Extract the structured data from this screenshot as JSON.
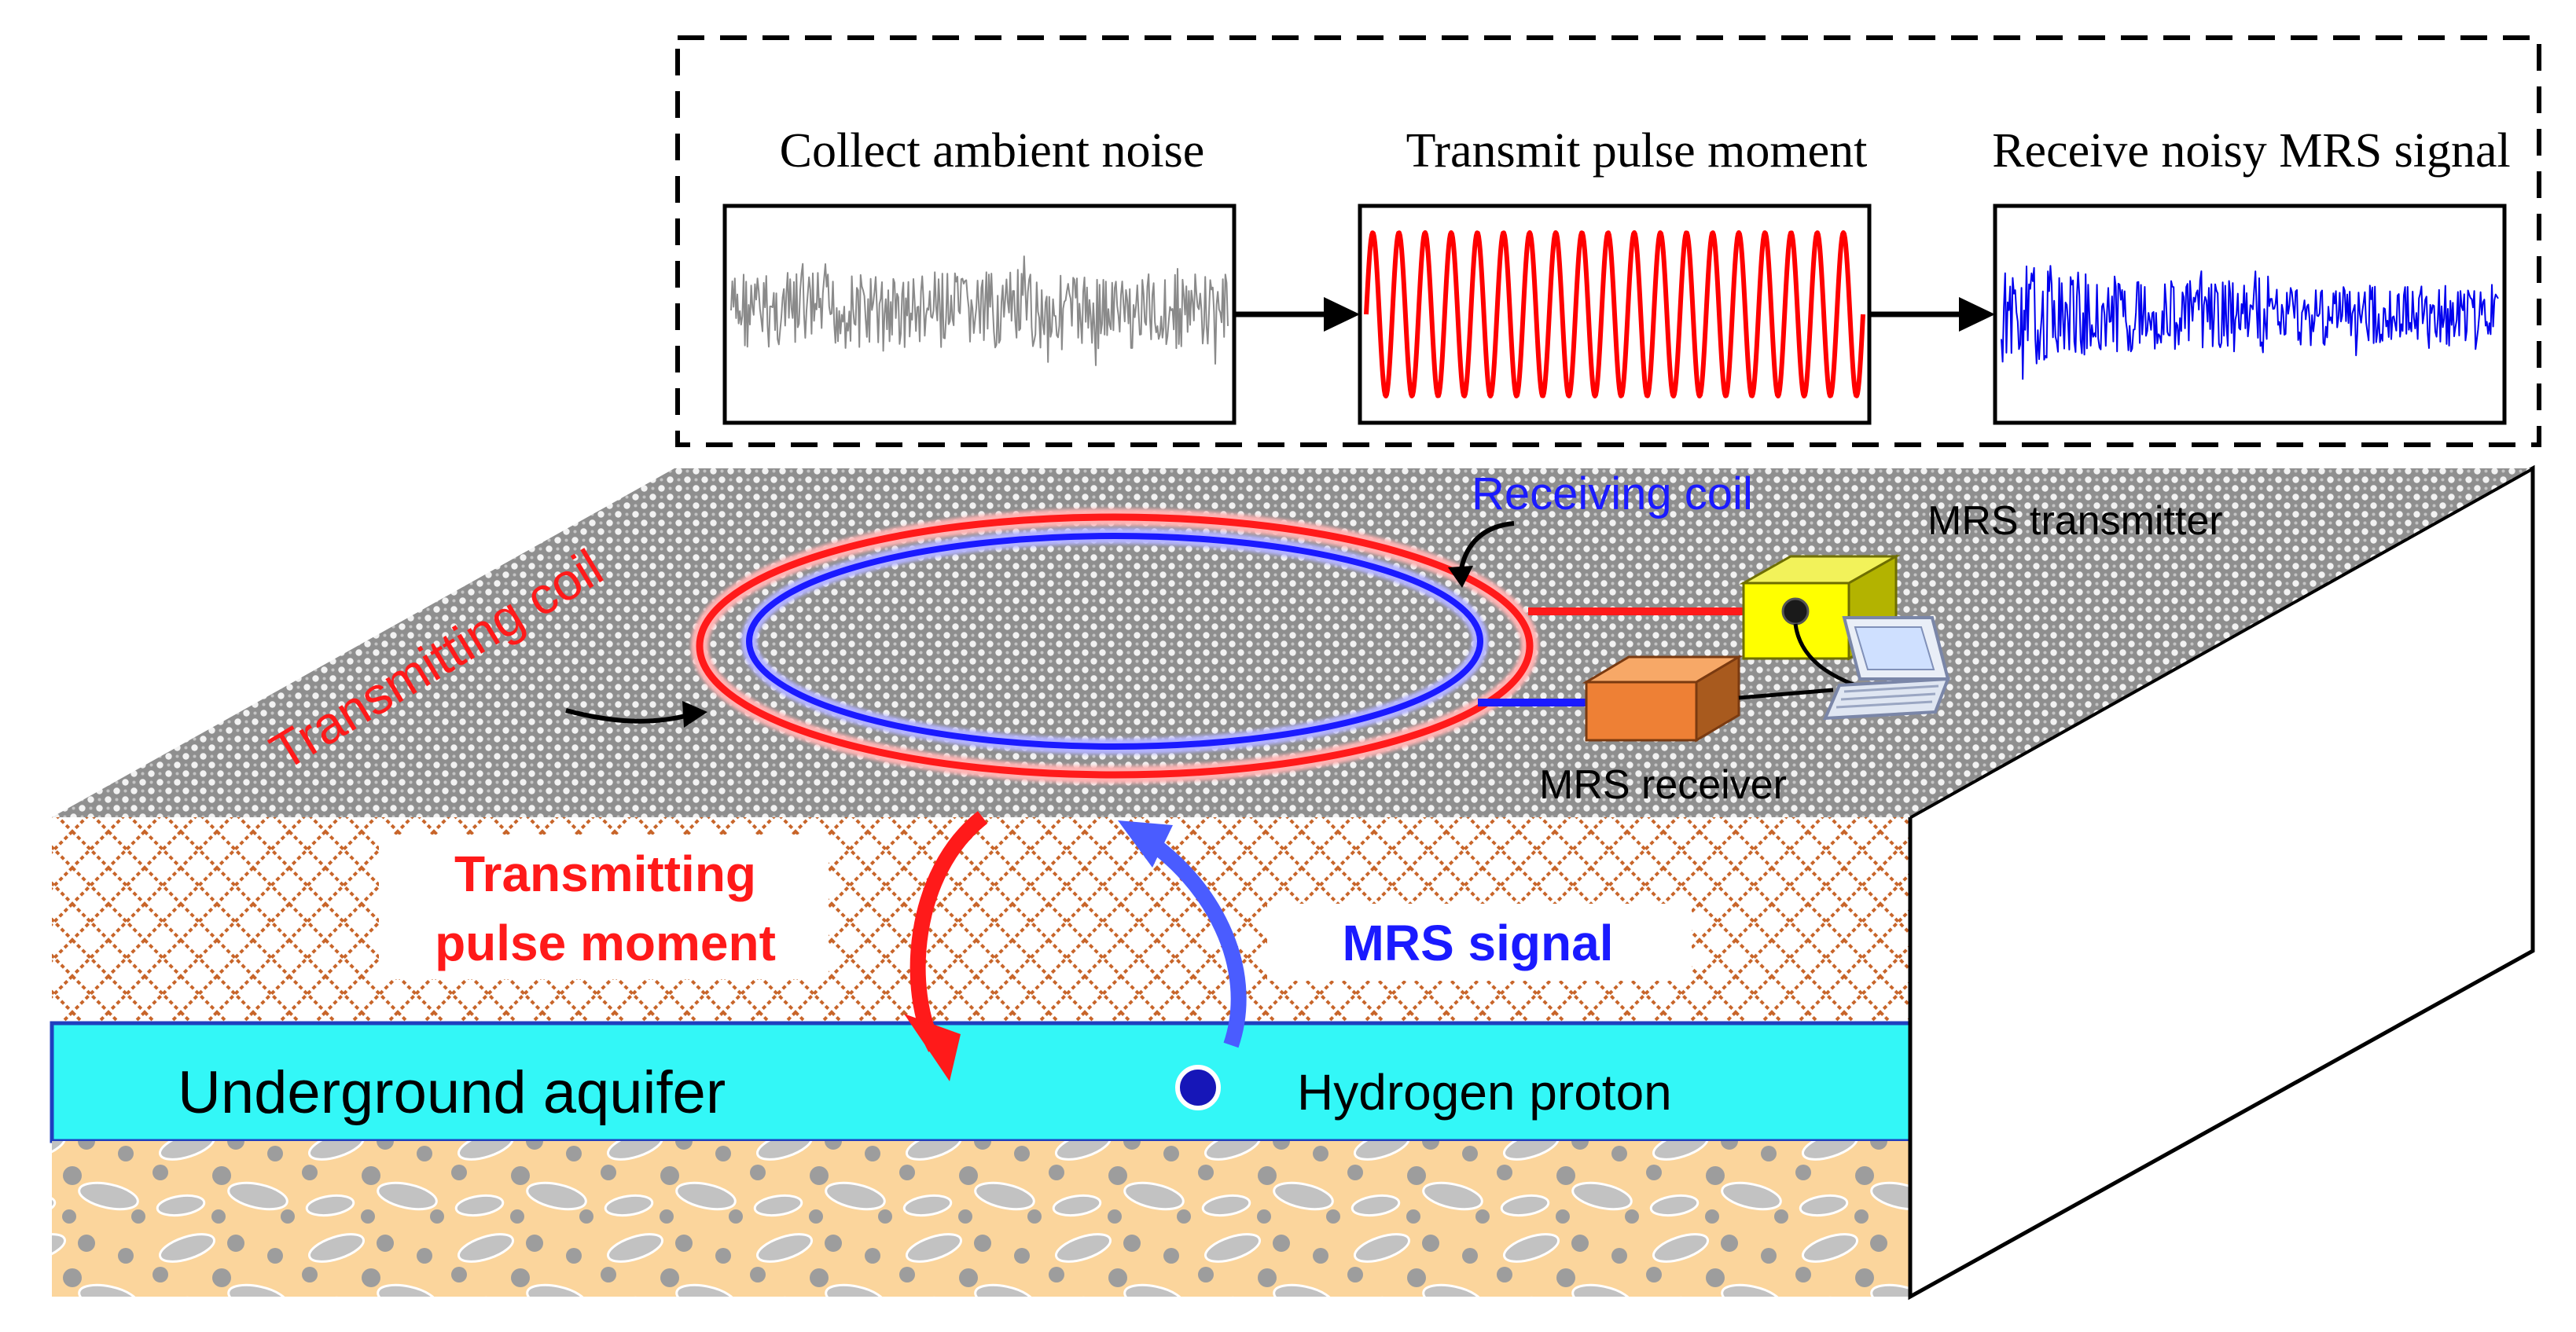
{
  "workflow": {
    "steps": [
      {
        "label": "Collect  ambient noise",
        "color": "#8a8a8a"
      },
      {
        "label": "Transmit pulse moment",
        "color": "#ff0000"
      },
      {
        "label": "Receive noisy MRS signal",
        "color": "#0000ee"
      }
    ]
  },
  "scene": {
    "receiving_coil_label": "Receiving coil",
    "transmitting_coil_label": "Transmitting coil",
    "transmitter_label": "MRS transmitter",
    "receiver_label": "MRS receiver",
    "pulse_label_line1": "Transmitting",
    "pulse_label_line2": "pulse moment",
    "signal_label": "MRS signal",
    "aquifer_label": "Underground aquifer",
    "proton_label": "Hydrogen proton"
  },
  "colors": {
    "transmit": "#ff1a1a",
    "receive": "#1a1aff",
    "aquifer": "#33f7f7",
    "soil_hatch": "#c8652a",
    "sand": "#fbd59c",
    "surface": "#9a9a9a"
  }
}
